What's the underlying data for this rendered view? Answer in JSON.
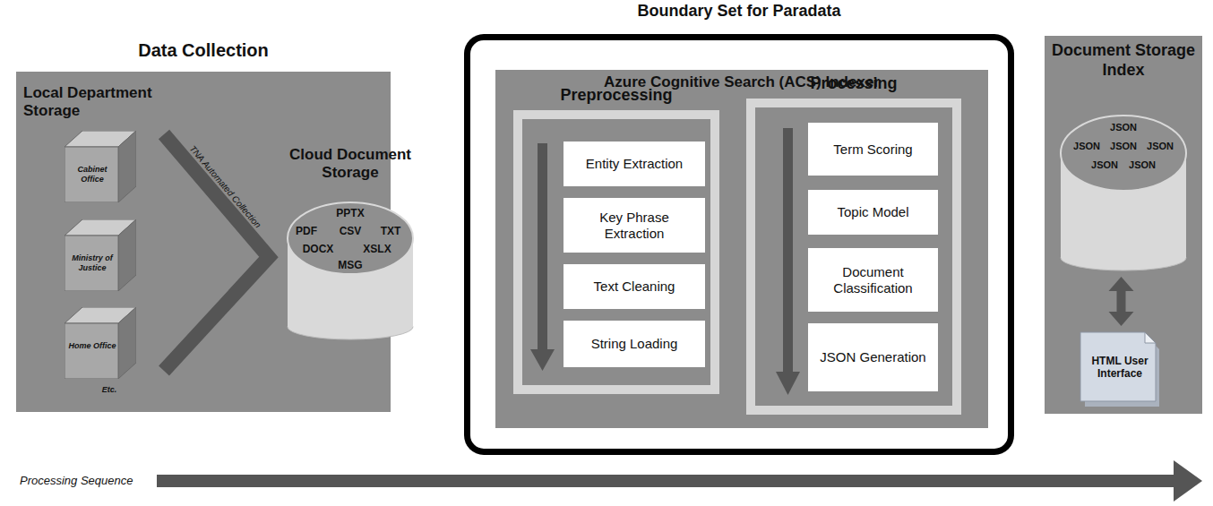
{
  "diagram": {
    "nodes": [
      {
        "text": [
          "Data Collection",
          "Local Department Storage",
          "Etc."
        ]
      },
      {
        "text": [
          "Cabinet Office"
        ],
        "in": 0
      },
      {
        "text": [
          "Ministry of Justice"
        ],
        "in": 0
      },
      {
        "text": [
          "Home Office"
        ],
        "in": 0
      },
      {
        "text": [
          "Cloud Document Storage",
          "PPTX",
          "PDF",
          "CSV",
          "TXT",
          "DOCX",
          "XSLX",
          "MSG"
        ],
        "in": 0
      },
      {
        "text": [
          "Boundary Set for Paradata"
        ]
      },
      {
        "text": [
          "Azure Cognitive Search (ACS) Indexer"
        ],
        "in": 5
      },
      {
        "text": [
          "Preprocessing"
        ],
        "in": 6
      },
      {
        "text": [
          "Entity Extraction"
        ],
        "in": 7
      },
      {
        "text": [
          "Key Phrase Extraction"
        ],
        "in": 7
      },
      {
        "text": [
          "Text Cleaning"
        ],
        "in": 7
      },
      {
        "text": [
          "String Loading"
        ],
        "in": 7
      },
      {
        "text": [
          "Processing"
        ],
        "in": 6
      },
      {
        "text": [
          "Term Scoring"
        ],
        "in": 12
      },
      {
        "text": [
          "Topic Model"
        ],
        "in": 12
      },
      {
        "text": [
          "Document Classification"
        ],
        "in": 12
      },
      {
        "text": [
          "JSON Generation"
        ],
        "in": 12
      },
      {
        "text": [
          "Document Storage Index"
        ]
      },
      {
        "text": [
          "JSON",
          "JSON",
          "JSON",
          "JSON",
          "JSON",
          "JSON"
        ],
        "in": 17
      },
      {
        "text": [
          "HTML User Interface"
        ],
        "in": 17
      }
    ],
    "edges": [
      {
        "from": 18,
        "to": 19,
        "arrow": "both"
      }
    ],
    "labels": [
      "TNA Automated Collection",
      "Processing Sequence"
    ]
  }
}
